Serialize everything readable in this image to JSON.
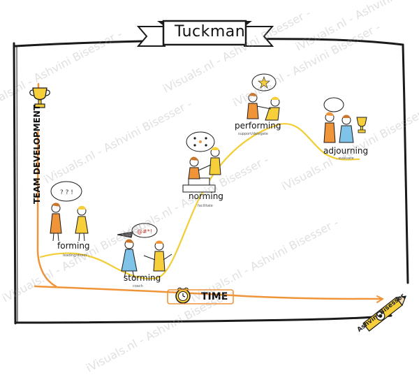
{
  "title": "Tuckman",
  "y_axis_label": "TEAM DEVELOPMENT",
  "x_axis_label": "TIME",
  "signature": "Ashvini Bisesser",
  "watermark": "iVisuals.nl - Ashvini Bisesser - ",
  "stages": [
    {
      "name": "forming",
      "sub": "leading/direct"
    },
    {
      "name": "storming",
      "sub": "coach"
    },
    {
      "name": "norming",
      "sub": "facilitate"
    },
    {
      "name": "performing",
      "sub": "support/delegate"
    },
    {
      "name": "adjourning",
      "sub": "evaluate"
    }
  ],
  "colors": {
    "frame": "#1a1a1a",
    "curve": "#f2cd33",
    "axis": "#f0943a",
    "orange": "#f0943a",
    "yellow": "#f6cf3a",
    "blue": "#7fc4e8",
    "hair": "#c9762f",
    "watermark": "#a0a0a0"
  },
  "icons": [
    "trophy-icon",
    "alarm-clock-icon",
    "pencil-icon",
    "thought-bubble-icon",
    "people-icon"
  ]
}
